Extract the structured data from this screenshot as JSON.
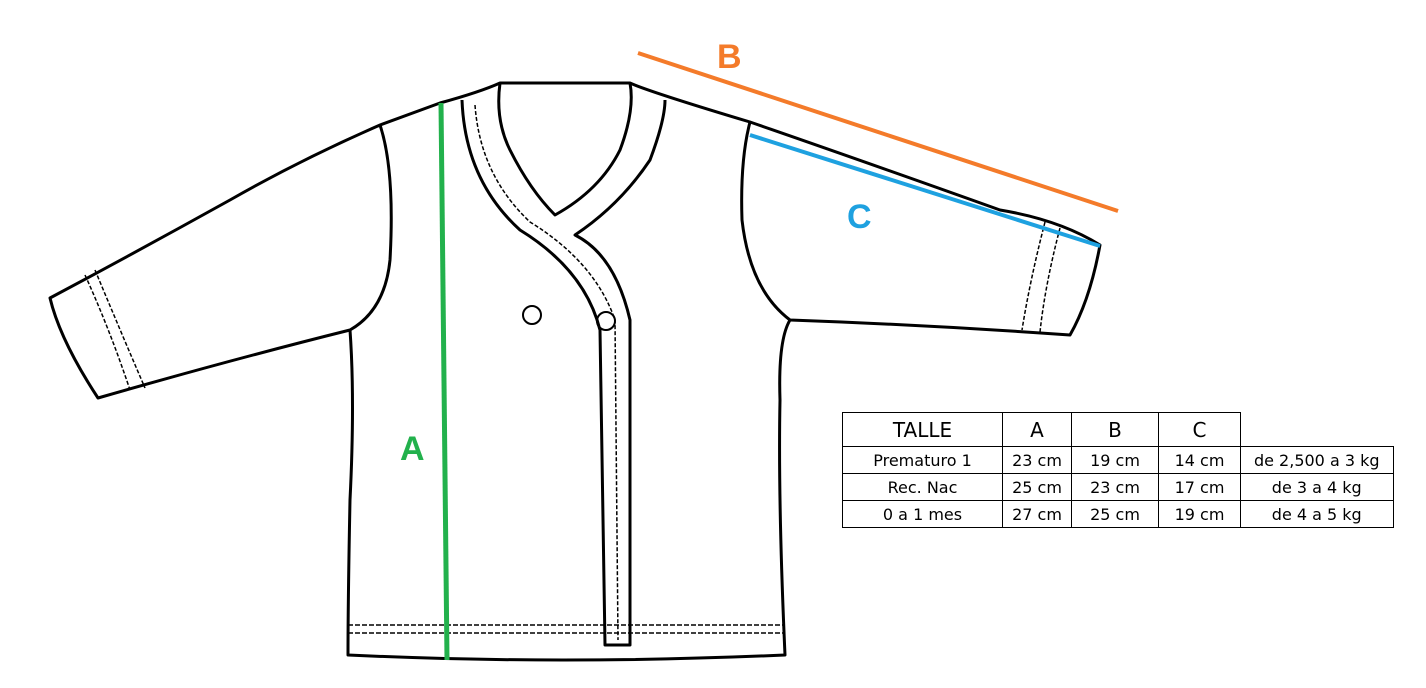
{
  "labels": {
    "a": "A",
    "b": "B",
    "c": "C"
  },
  "colors": {
    "a": "#22b14c",
    "b": "#f47b2a",
    "c": "#1ea1e0"
  },
  "table": {
    "headers": [
      "TALLE",
      "A",
      "B",
      "C",
      ""
    ],
    "rows": [
      [
        "Prematuro 1",
        "23 cm",
        "19 cm",
        "14 cm",
        "de 2,500 a 3 kg"
      ],
      [
        "Rec. Nac",
        "25 cm",
        "23 cm",
        "17 cm",
        "de 3 a 4 kg"
      ],
      [
        "0 a 1 mes",
        "27 cm",
        "25 cm",
        "19 cm",
        "de 4 a 5 kg"
      ]
    ]
  }
}
